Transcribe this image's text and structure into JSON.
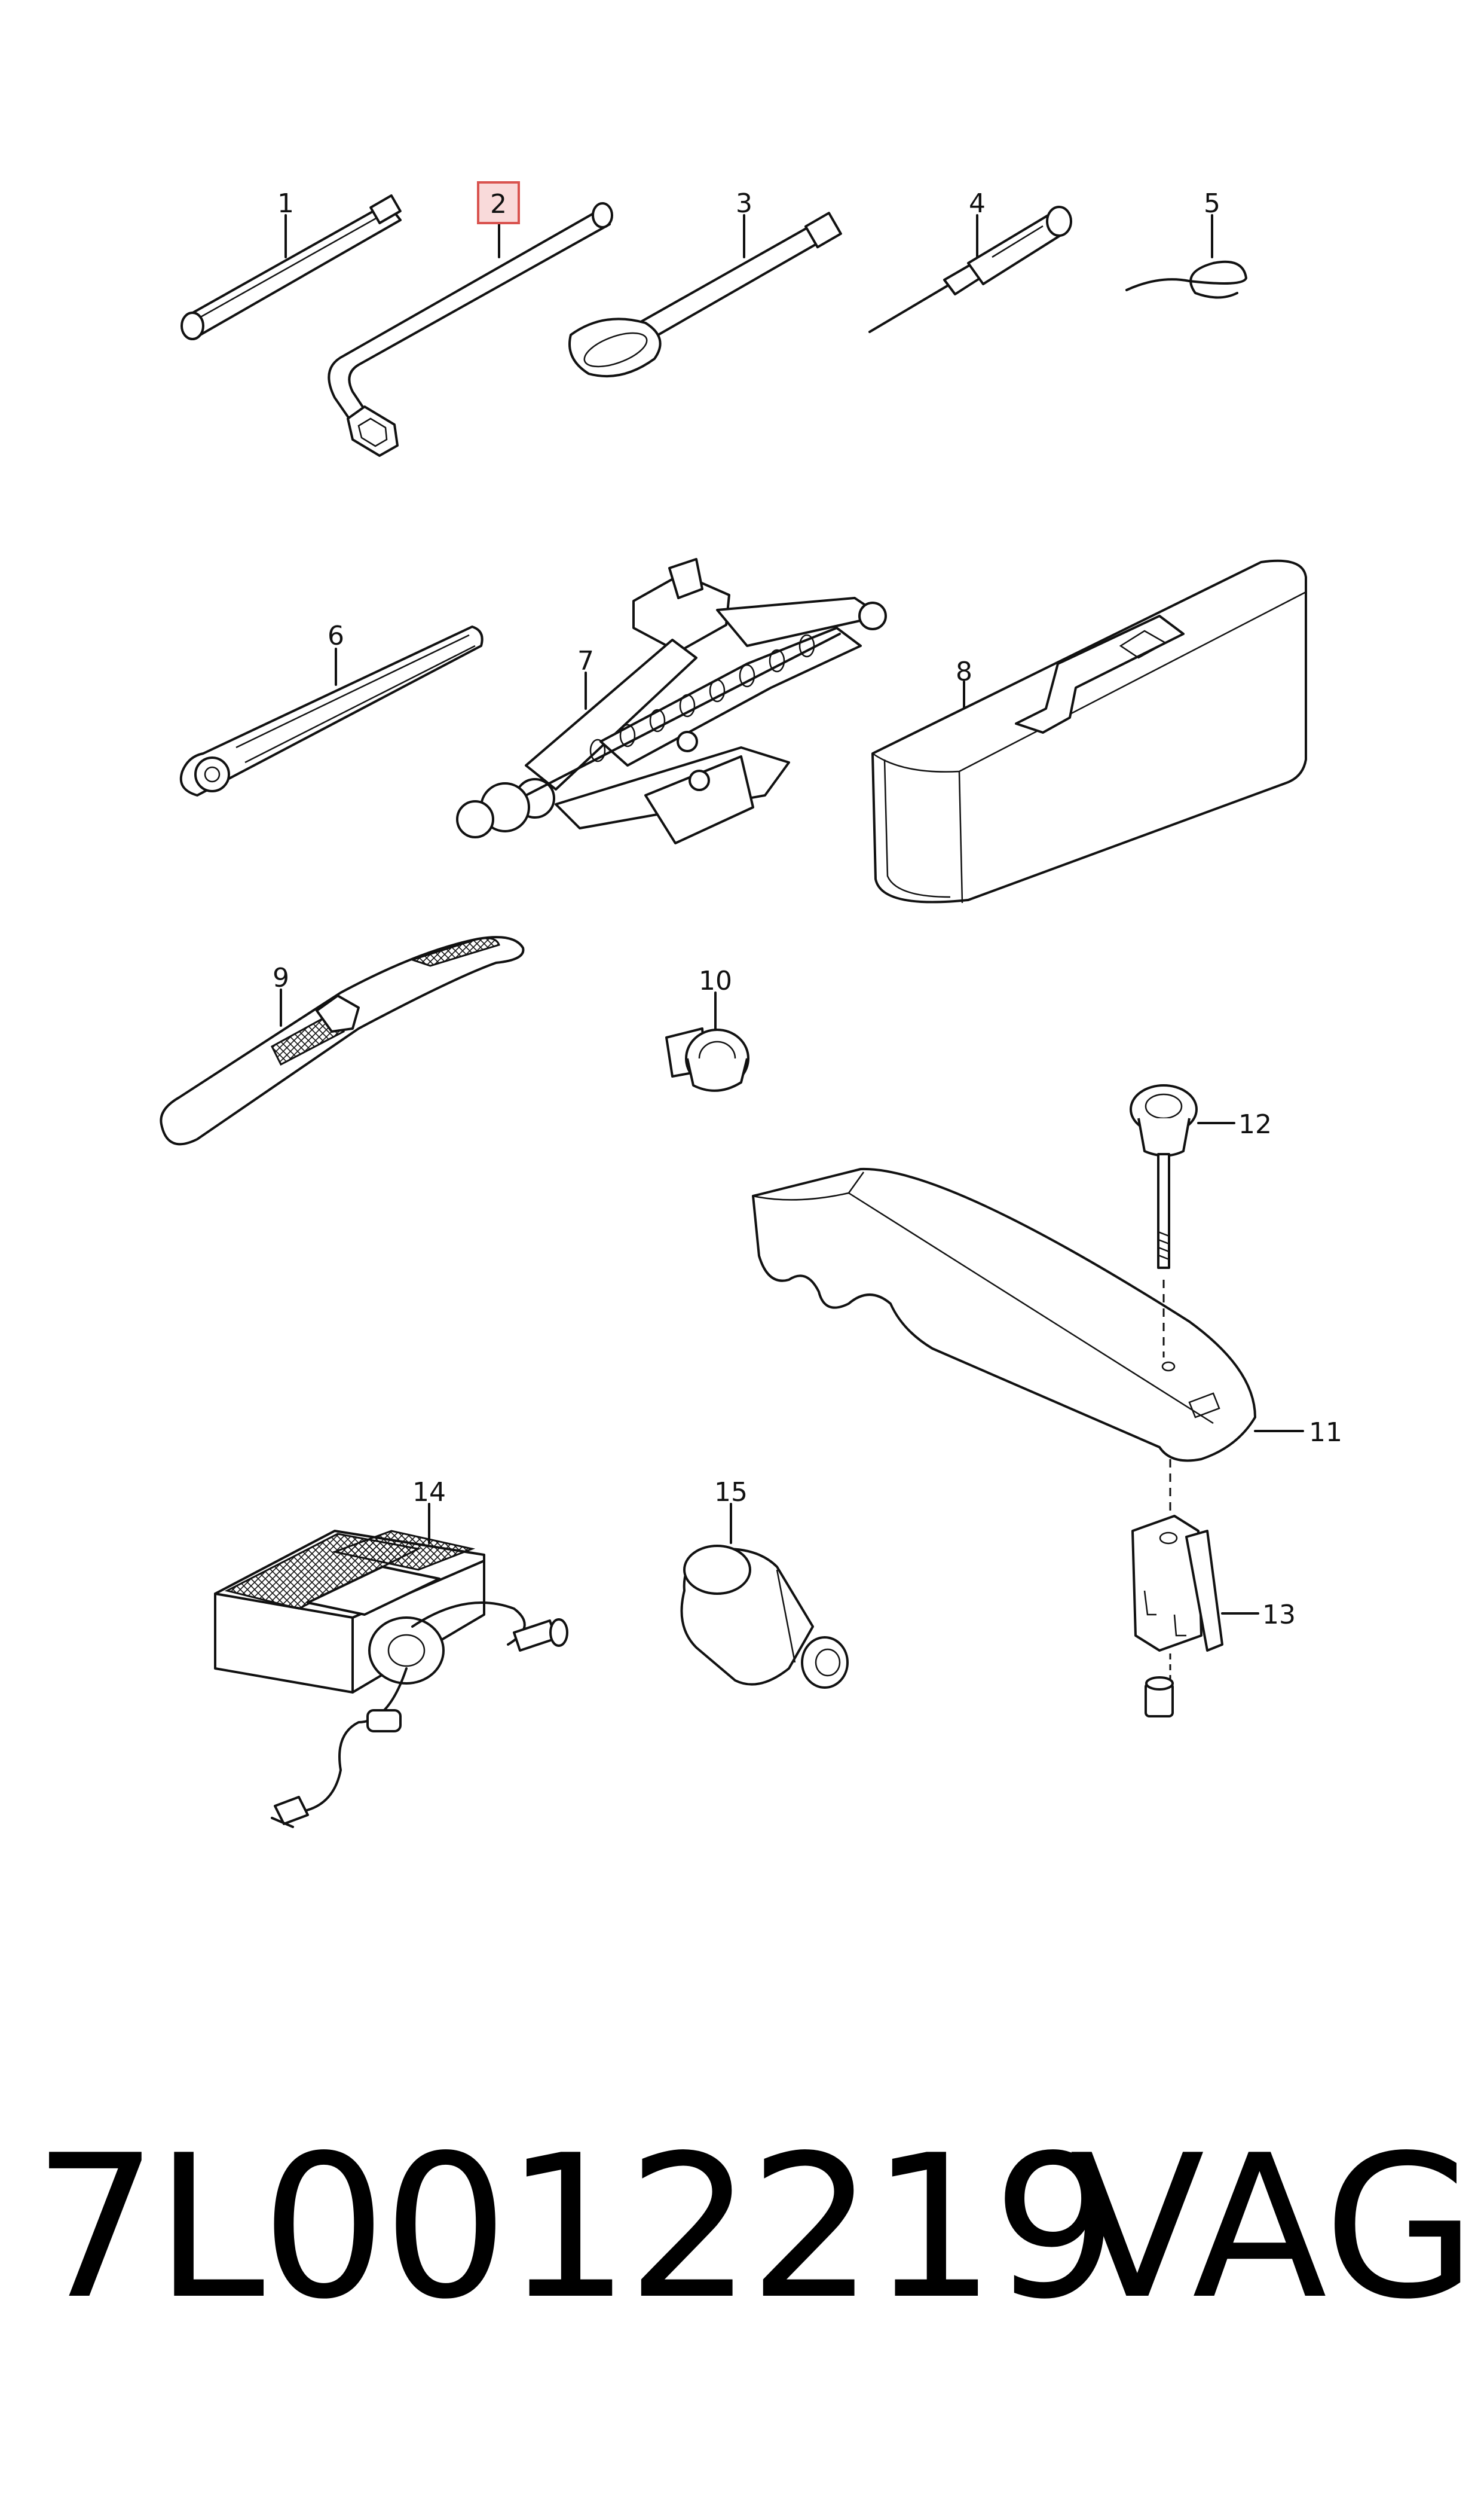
{
  "callouts": [
    "1",
    "2",
    "3",
    "4",
    "5",
    "6",
    "7",
    "8",
    "9",
    "10",
    "11",
    "12",
    "13",
    "14",
    "15"
  ],
  "highlighted_callout": "2",
  "colors": {
    "highlight_fill": "#f9dada",
    "highlight_border": "#d9534f",
    "line": "#111111"
  },
  "footer": {
    "part_number": "7L0012219",
    "brand": "VAG"
  }
}
